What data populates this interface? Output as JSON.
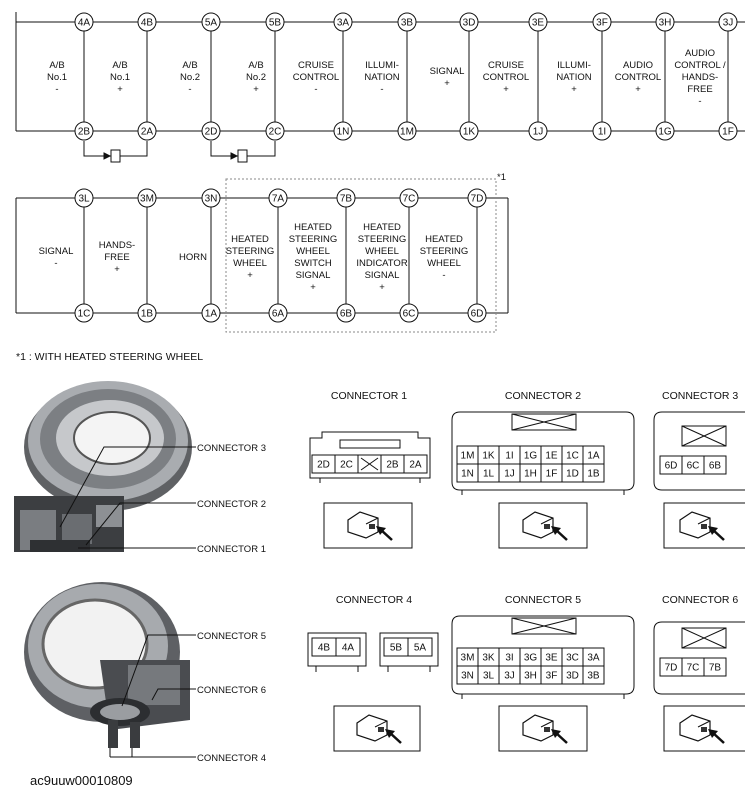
{
  "row1": {
    "top_pins": [
      "4A",
      "4B",
      "5A",
      "5B",
      "3A",
      "3B",
      "3D",
      "3E",
      "3F",
      "3H",
      "3J"
    ],
    "bottom_pins": [
      "2B",
      "2A",
      "2D",
      "2C",
      "1N",
      "1M",
      "1K",
      "1J",
      "1I",
      "1G",
      "1F"
    ],
    "circuits": [
      [
        "A/B",
        "No.1",
        "-"
      ],
      [
        "A/B",
        "No.1",
        "+"
      ],
      [
        "A/B",
        "No.2",
        "-"
      ],
      [
        "A/B",
        "No.2",
        "+"
      ],
      [
        "CRUISE",
        "CONTROL",
        "-"
      ],
      [
        "ILLUMI-",
        "NATION",
        "-"
      ],
      [
        "SIGNAL",
        "+"
      ],
      [
        "CRUISE",
        "CONTROL",
        "+"
      ],
      [
        "ILLUMI-",
        "NATION",
        "+"
      ],
      [
        "AUDIO",
        "CONTROL",
        "+"
      ],
      [
        "AUDIO",
        "CONTROL /",
        "HANDS-",
        "FREE",
        "-"
      ]
    ]
  },
  "row2": {
    "top_pins": [
      "3L",
      "3M",
      "3N",
      "7A",
      "7B",
      "7C",
      "7D"
    ],
    "bottom_pins": [
      "1C",
      "1B",
      "1A",
      "6A",
      "6B",
      "6C",
      "6D"
    ],
    "circuits": [
      [
        "SIGNAL",
        "-"
      ],
      [
        "HANDS-",
        "FREE",
        "+"
      ],
      [
        "HORN"
      ],
      [
        "HEATED",
        "STEERING",
        "WHEEL",
        "+"
      ],
      [
        "HEATED",
        "STEERING",
        "WHEEL",
        "SWITCH",
        "SIGNAL",
        "+"
      ],
      [
        "HEATED",
        "STEERING",
        "WHEEL",
        "INDICATOR",
        "SIGNAL",
        "+"
      ],
      [
        "HEATED",
        "STEERING",
        "WHEEL",
        "-"
      ]
    ],
    "note_marker": "*1"
  },
  "footnote": "*1 : WITH HEATED STEERING WHEEL",
  "photo_labels": {
    "upper": [
      "CONNECTOR 3",
      "CONNECTOR 2",
      "CONNECTOR 1"
    ],
    "lower": [
      "CONNECTOR 5",
      "CONNECTOR 6",
      "CONNECTOR 4"
    ]
  },
  "connectors": {
    "c1": {
      "title": "CONNECTOR 1",
      "pins": [
        "2D",
        "2C",
        "",
        "2B",
        "2A"
      ]
    },
    "c2": {
      "title": "CONNECTOR 2",
      "rows": [
        [
          "1M",
          "1K",
          "1I",
          "1G",
          "1E",
          "1C",
          "1A"
        ],
        [
          "1N",
          "1L",
          "1J",
          "1H",
          "1F",
          "1D",
          "1B"
        ]
      ]
    },
    "c3": {
      "title": "CONNECTOR 3",
      "pins": [
        "6D",
        "6C",
        "6B"
      ]
    },
    "c4": {
      "title": "CONNECTOR 4",
      "left_pins": [
        "4B",
        "4A"
      ],
      "right_pins": [
        "5B",
        "5A"
      ]
    },
    "c5": {
      "title": "CONNECTOR 5",
      "rows": [
        [
          "3M",
          "3K",
          "3I",
          "3G",
          "3E",
          "3C",
          "3A"
        ],
        [
          "3N",
          "3L",
          "3J",
          "3H",
          "3F",
          "3D",
          "3B"
        ]
      ]
    },
    "c6": {
      "title": "CONNECTOR 6",
      "pins": [
        "7D",
        "7C",
        "7B"
      ]
    }
  },
  "footer_id": "ac9uuw00010809"
}
